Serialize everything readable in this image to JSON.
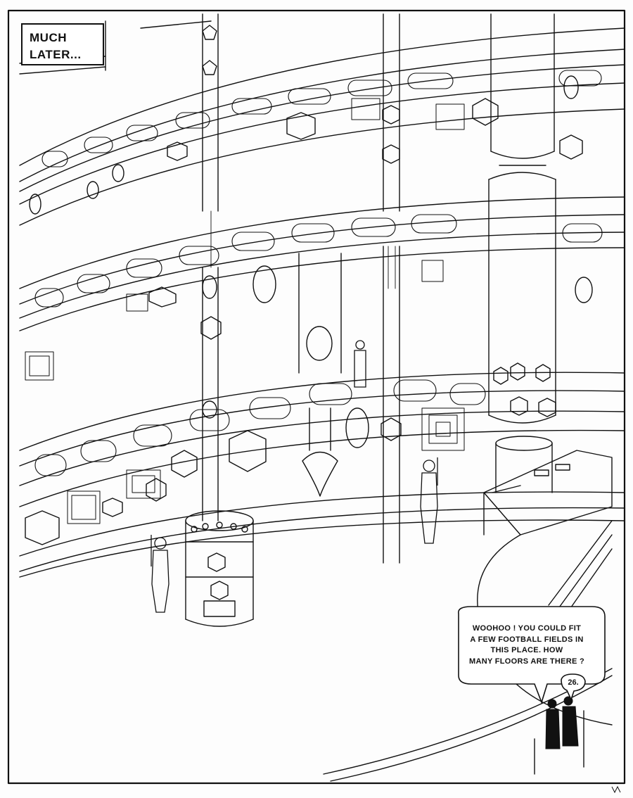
{
  "caption": {
    "line1": "MUCH",
    "line2": "LATER..."
  },
  "speech_bubble_main": {
    "line1": "WOOHOO !  YOU COULD FIT",
    "line2": "A FEW FOOTBALL FIELDS IN",
    "line3": "THIS PLACE.  HOW",
    "line4": "MANY FLOORS ARE THERE ?"
  },
  "speech_bubble_reply": {
    "text": "26."
  },
  "icons": [
    "gem-icon",
    "pillar-icon",
    "person-silhouette-icon"
  ],
  "colors": {
    "ink": "#111111",
    "paper": "#fdfdfd"
  }
}
